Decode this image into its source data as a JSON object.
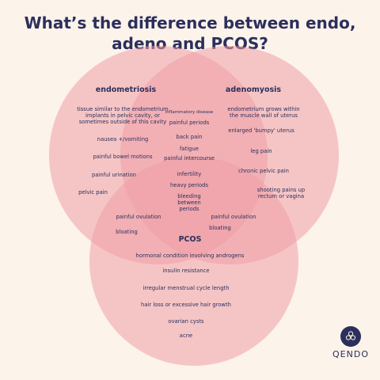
{
  "title": [
    "What’s the difference between endo,",
    "adeno and PCOS?"
  ],
  "colors": {
    "background": "#fcf3ea",
    "circle_fill": "#ee9ea6",
    "text": "#2b2f5c"
  },
  "endometriosis": {
    "heading": "endometriosis",
    "items": [
      "tissue similar to the endometrium\nimplants in pelvic cavity, or\nsometimes outside of this cavity",
      "nausea +/vomiting",
      "painful bowel motions",
      "painful urination",
      "pelvic pain"
    ]
  },
  "adenomyosis": {
    "heading": "adenomyosis",
    "items": [
      "endometrium grows within\nthe muscle wall of uterus",
      "enlarged 'bumpy' uterus",
      "leg pain",
      "chronic pelvic pain",
      "shooting pains up\nrectum or vagina"
    ]
  },
  "endo_adeno_overlap": {
    "items": [
      "inflammatory disease",
      "painful periods",
      "back pain",
      "fatigue",
      "painful intercourse"
    ]
  },
  "all_three_overlap": {
    "items": [
      "infertility",
      "heavy periods",
      "bleeding\nbetween\nperiods"
    ]
  },
  "endo_pcos_overlap": {
    "items": [
      "painful ovulation",
      "bloating"
    ]
  },
  "adeno_pcos_overlap": {
    "items": [
      "painful ovulation",
      "bloating"
    ]
  },
  "pcos": {
    "heading": "PCOS",
    "items": [
      "hormonal condition involving androgens",
      "insulin resistance",
      "irregular menstrual cycle length",
      "hair loss or excessive hair growth",
      "ovarian cysts",
      "acne"
    ]
  },
  "logo": {
    "text": "QENDO",
    "icon": "flower-logo-icon"
  }
}
